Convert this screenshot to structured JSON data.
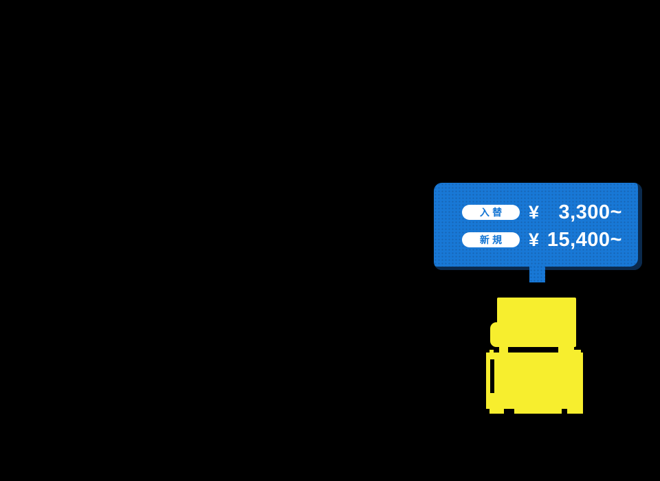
{
  "canvas": {
    "background": "#000000"
  },
  "callout": {
    "background": "#1878d6",
    "shadow": "#0b2a4d",
    "price_color": "#ffffff",
    "badge_bg": "#ffffff",
    "badge_text_color": "#1174d4",
    "rows": [
      {
        "badge": "入替",
        "currency": "¥",
        "amount": "3,300~"
      },
      {
        "badge": "新規",
        "currency": "¥",
        "amount": "15,400~"
      }
    ]
  },
  "highlight": {
    "color": "#f7ee2e",
    "label": "highlighted object silhouette"
  }
}
